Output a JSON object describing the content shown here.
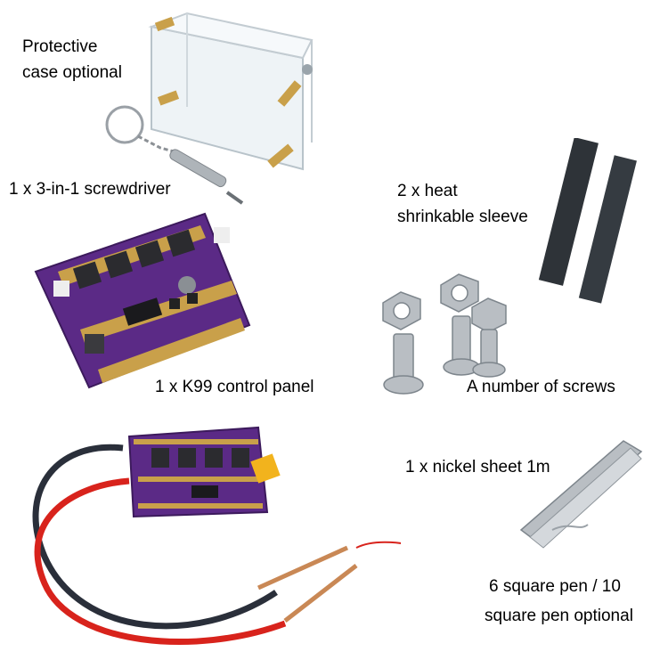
{
  "labels": {
    "case_line1": "Protective",
    "case_line2": "case optional",
    "screwdriver": "1 x 3-in-1 screwdriver",
    "sleeve_line1": "2 x heat",
    "sleeve_line2": "shrinkable sleeve",
    "panel": "1 x K99 control panel",
    "screws": "A number of screws",
    "nickel": "1 x nickel sheet 1m",
    "pen_line1": "6 square pen / 10",
    "pen_line2": "square pen optional"
  },
  "colors": {
    "pcb": "#5b2a86",
    "gold": "#c9a04a",
    "red_wire": "#d8231c",
    "black_wire": "#2a2f3a",
    "copper": "#c98855",
    "sleeve": "#2e3338",
    "steel": "#b9bec3",
    "connector": "#f2b31d"
  }
}
